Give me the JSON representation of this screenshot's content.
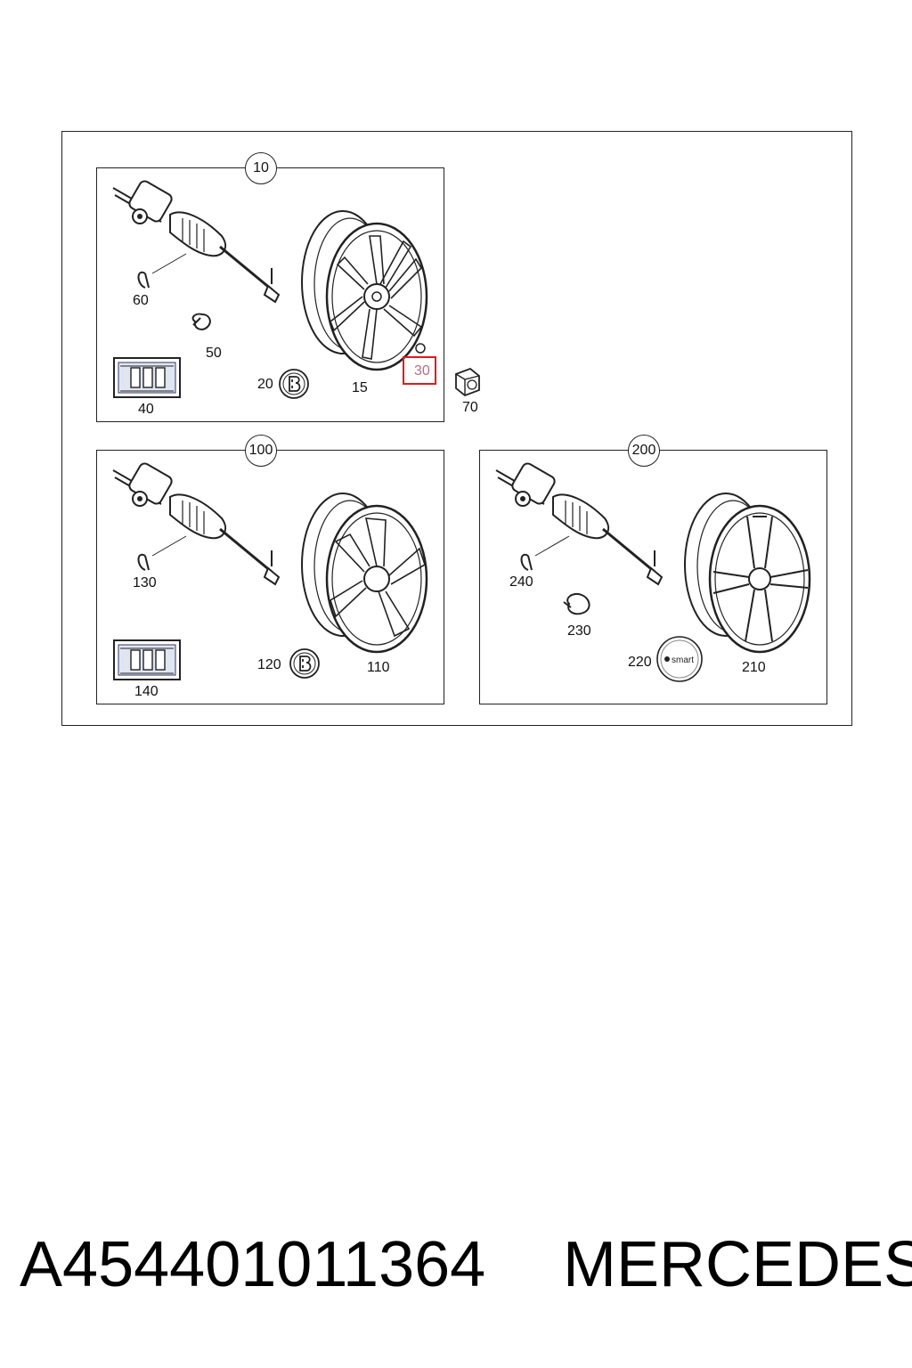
{
  "panels": [
    {
      "id": "10",
      "callout": "10",
      "labels": [
        "60",
        "50",
        "40",
        "20",
        "15",
        "30"
      ]
    },
    {
      "id": "100",
      "callout": "100",
      "labels": [
        "130",
        "140",
        "120",
        "110"
      ]
    },
    {
      "id": "200",
      "callout": "200",
      "labels": [
        "240",
        "230",
        "220",
        "210"
      ]
    }
  ],
  "outside_labels": {
    "p70": "70"
  },
  "highlighted_label": "30",
  "emblem_text": {
    "smart": "smart"
  },
  "footer": {
    "part_number": "A454401011364",
    "brand": "MERCEDES"
  },
  "colors": {
    "highlight": "#e01a1a"
  }
}
